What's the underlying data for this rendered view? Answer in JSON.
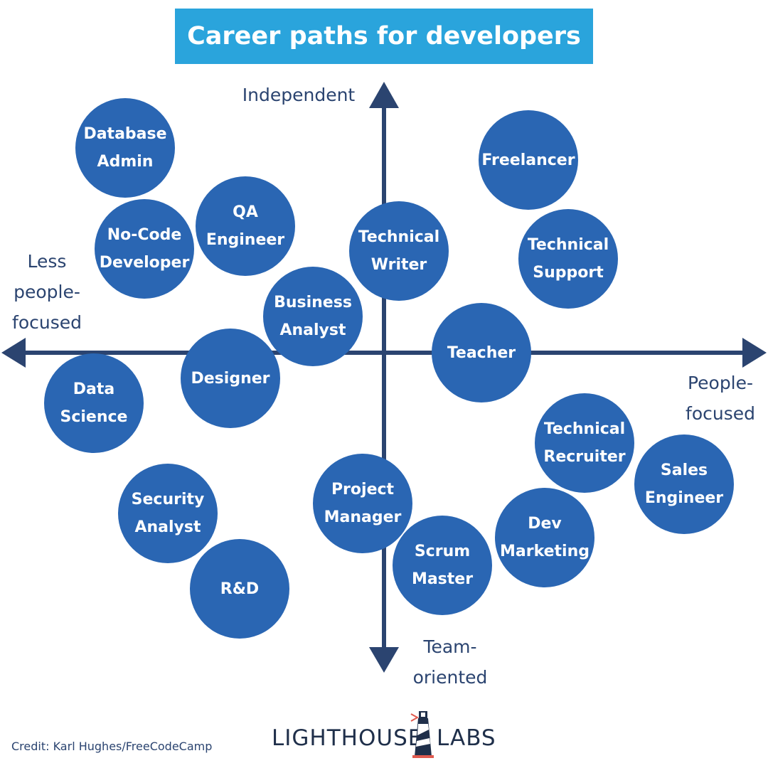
{
  "title": "Career paths for developers",
  "axes": {
    "top": "Independent",
    "bottom_lines": [
      "Team-",
      "oriented"
    ],
    "left_lines": [
      "Less",
      "people-",
      "focused"
    ],
    "right_lines": [
      "People-",
      "focused"
    ]
  },
  "colors": {
    "banner": "#2aa4dc",
    "bubble": "#2a66b3",
    "axis": "#2b4470",
    "bubble_text": "#ffffff"
  },
  "bubbles": [
    {
      "lines": [
        "Database",
        "Admin"
      ]
    },
    {
      "lines": [
        "No-Code",
        "Developer"
      ]
    },
    {
      "lines": [
        "QA",
        "Engineer"
      ]
    },
    {
      "lines": [
        "Technical",
        "Writer"
      ]
    },
    {
      "lines": [
        "Freelancer"
      ]
    },
    {
      "lines": [
        "Technical",
        "Support"
      ]
    },
    {
      "lines": [
        "Business",
        "Analyst"
      ]
    },
    {
      "lines": [
        "Teacher"
      ]
    },
    {
      "lines": [
        "Designer"
      ]
    },
    {
      "lines": [
        "Data",
        "Science"
      ]
    },
    {
      "lines": [
        "Technical",
        "Recruiter"
      ]
    },
    {
      "lines": [
        "Sales",
        "Engineer"
      ]
    },
    {
      "lines": [
        "Security",
        "Analyst"
      ]
    },
    {
      "lines": [
        "Project",
        "Manager"
      ]
    },
    {
      "lines": [
        "Dev",
        "Marketing"
      ]
    },
    {
      "lines": [
        "Scrum",
        "Master"
      ]
    },
    {
      "lines": [
        "R&D"
      ]
    }
  ],
  "credit": "Credit: Karl Hughes/FreeCodeCamp",
  "brand": {
    "word_1": "LIGHTHOUSE",
    "word_2": "LABS",
    "icon": "lighthouse-icon"
  }
}
